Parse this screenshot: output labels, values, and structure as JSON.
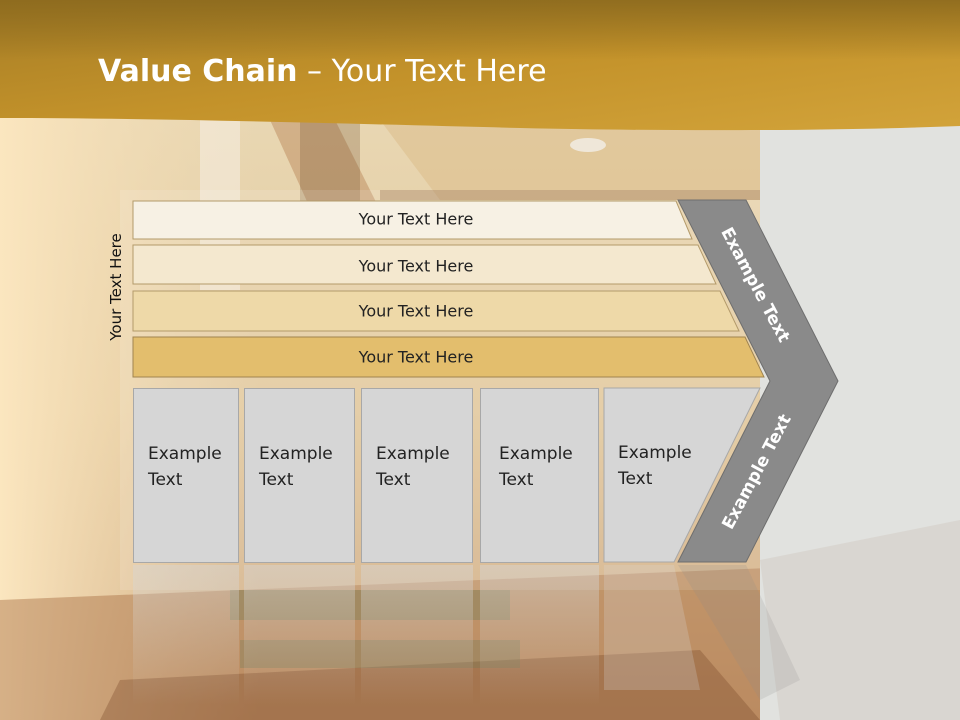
{
  "slide": {
    "title_bold": "Value Chain",
    "title_rest": " – Your Text Here",
    "side_label": "Your Text Here"
  },
  "bars": [
    {
      "label": "Your Text Here",
      "color": "#f7f1e4"
    },
    {
      "label": "Your Text Here",
      "color": "#f4e8cf"
    },
    {
      "label": "Your Text Here",
      "color": "#eed9a8"
    },
    {
      "label": "Your Text Here",
      "color": "#e3be6d"
    }
  ],
  "boxes": [
    {
      "label": "Example Text"
    },
    {
      "label": "Example Text"
    },
    {
      "label": "Example Text"
    },
    {
      "label": "Example Text"
    },
    {
      "label": "Example Text"
    }
  ],
  "chevron": {
    "upper_label": "Example Text",
    "lower_label": "Example Text",
    "color": "#8a8a8a"
  },
  "colors": {
    "header_gold": "#c9961f",
    "header_dark": "#8c6a1e",
    "panel_grey": "#e1e2df"
  }
}
